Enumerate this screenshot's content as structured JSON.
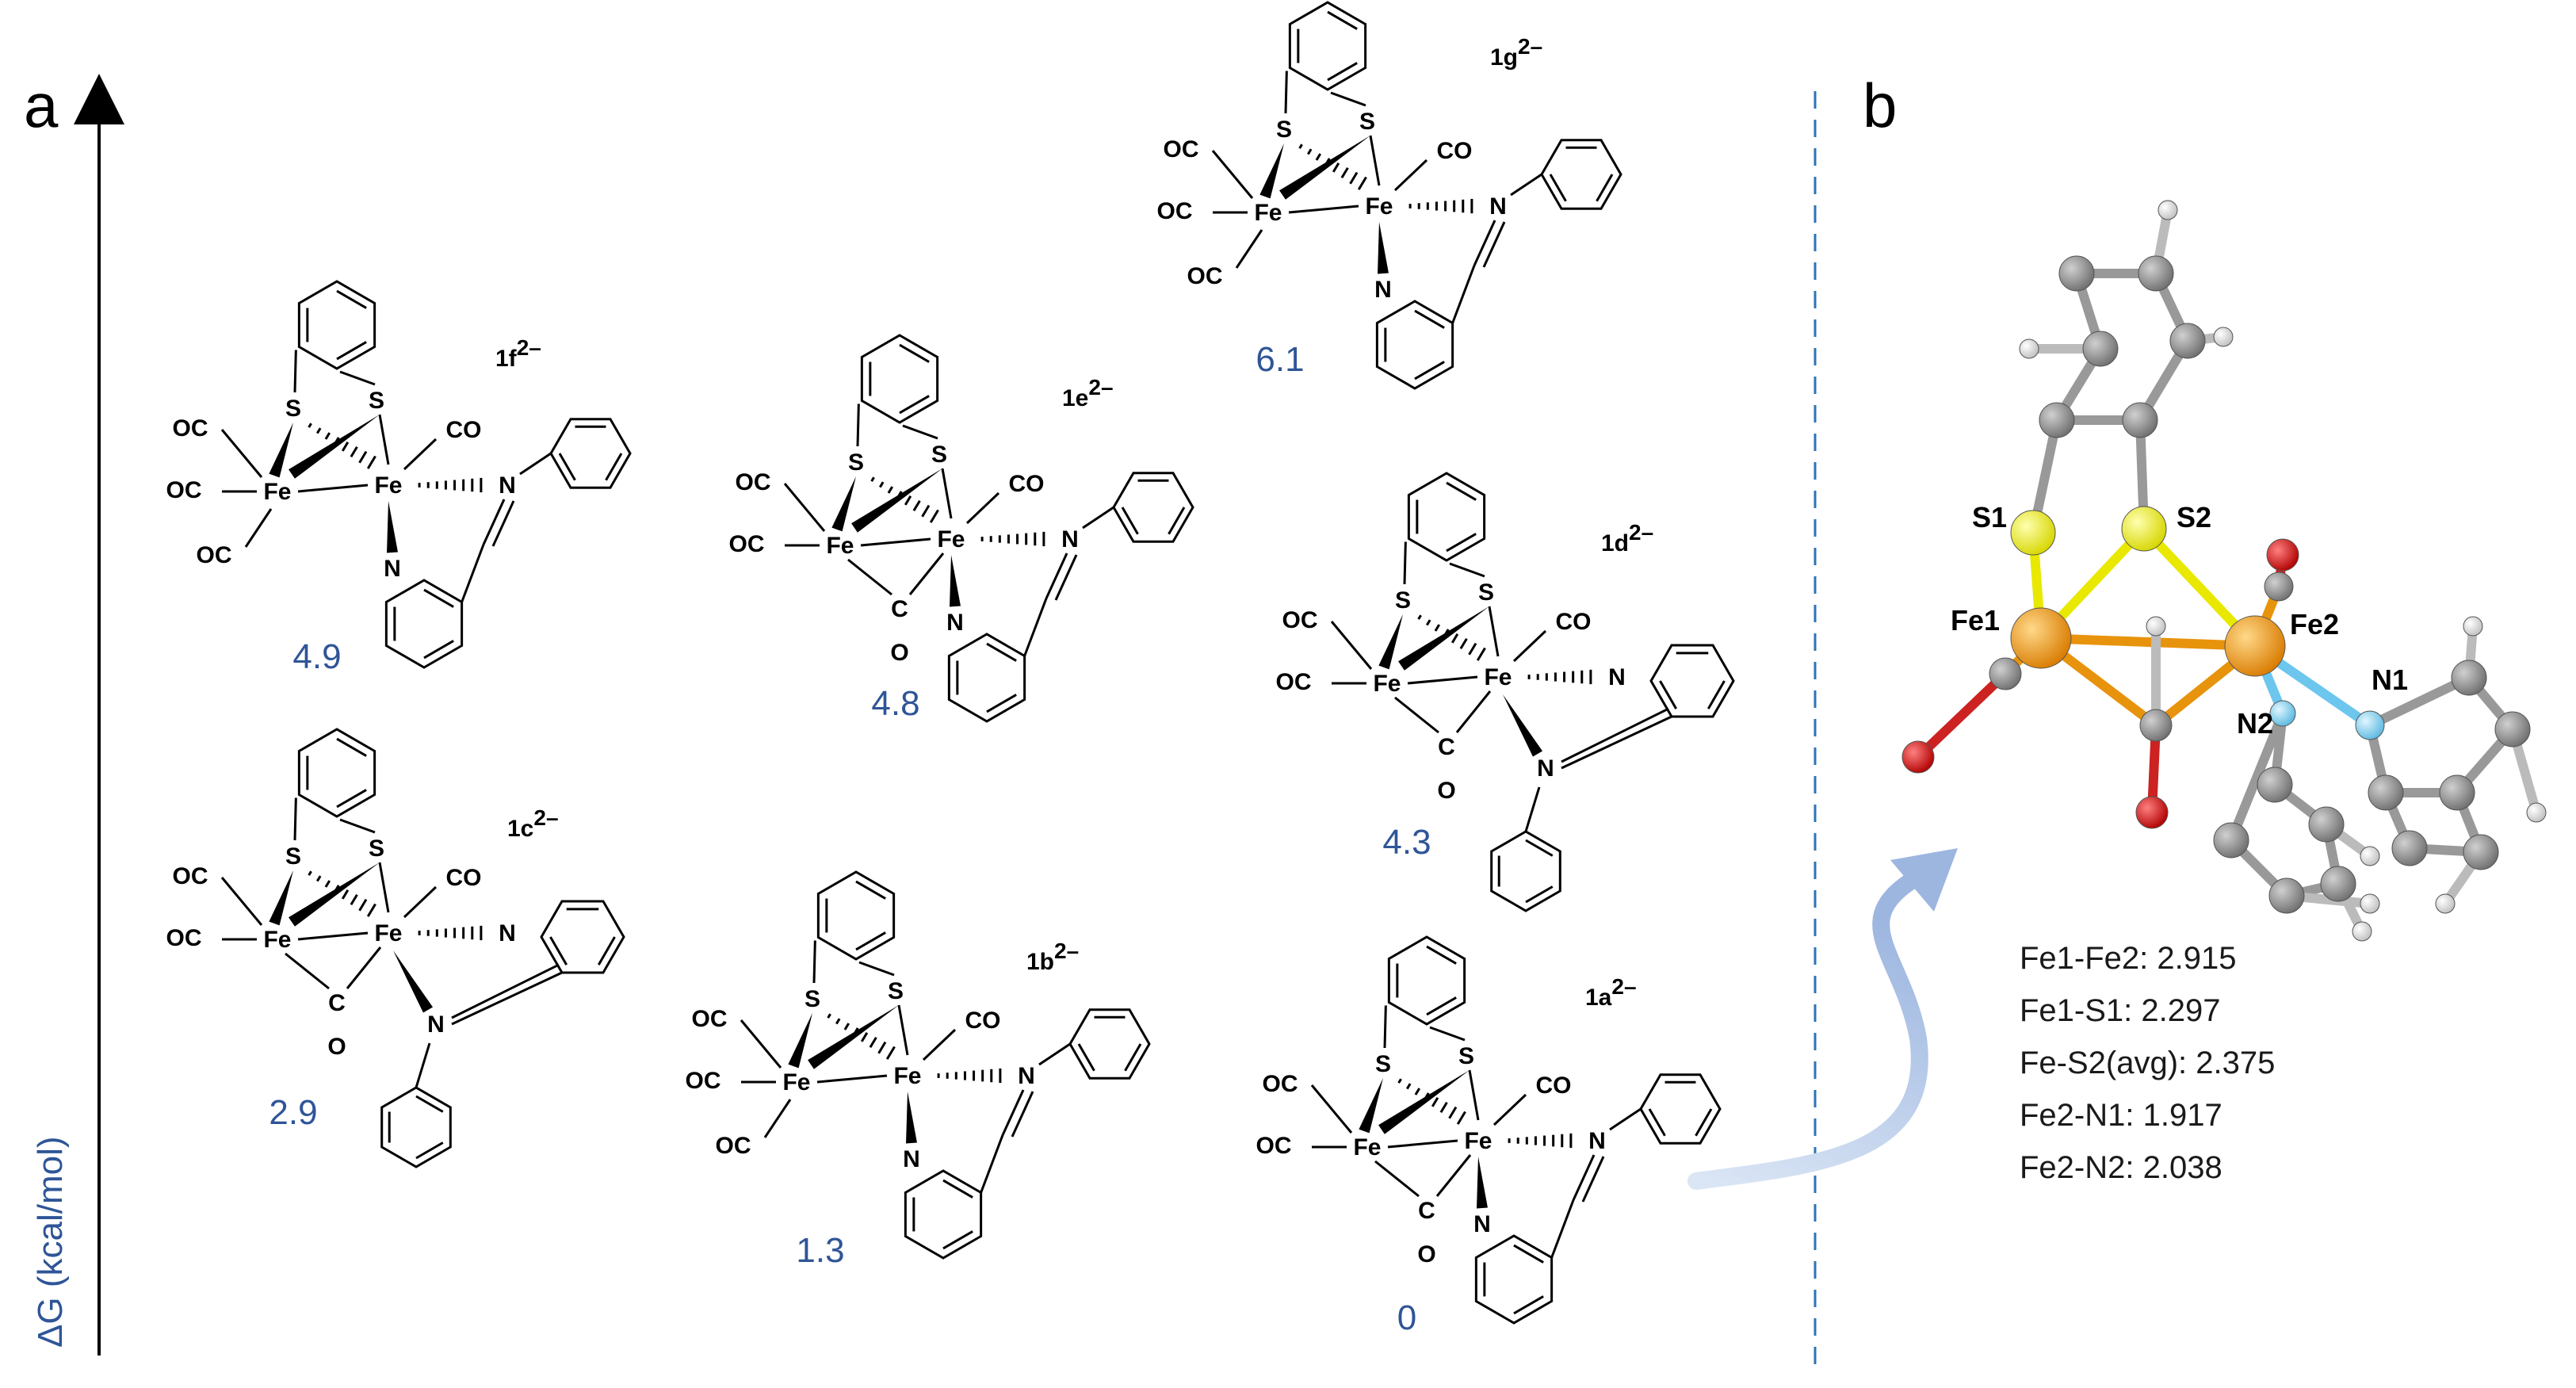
{
  "panel_a_label": "a",
  "panel_b_label": "b",
  "y_axis_label": "ΔG (kcal/mol)",
  "atoms": {
    "fe": "Fe",
    "s": "S",
    "oc": "OC",
    "co": "CO",
    "n": "N",
    "c": "C",
    "o": "O"
  },
  "structures": [
    {
      "id": "1g",
      "label": "1g",
      "charge": "2–",
      "energy": "6.1",
      "carbonyl_bridged": false,
      "pyridine_bottom": true
    },
    {
      "id": "1f",
      "label": "1f",
      "charge": "2–",
      "energy": "4.9",
      "carbonyl_bridged": false,
      "pyridine_bottom": true
    },
    {
      "id": "1e",
      "label": "1e",
      "charge": "2–",
      "energy": "4.8",
      "carbonyl_bridged": true,
      "pyridine_bottom": true
    },
    {
      "id": "1d",
      "label": "1d",
      "charge": "2–",
      "energy": "4.3",
      "carbonyl_bridged": true,
      "pyridine_bottom": false
    },
    {
      "id": "1c",
      "label": "1c",
      "charge": "2–",
      "energy": "2.9",
      "carbonyl_bridged": true,
      "pyridine_bottom": false
    },
    {
      "id": "1b",
      "label": "1b",
      "charge": "2–",
      "energy": "1.3",
      "carbonyl_bridged": false,
      "pyridine_bottom": true
    },
    {
      "id": "1a",
      "label": "1a",
      "charge": "2–",
      "energy": "0",
      "carbonyl_bridged": true,
      "pyridine_bottom": true
    }
  ],
  "model_labels": {
    "s1": "S1",
    "s2": "S2",
    "fe1": "Fe1",
    "fe2": "Fe2",
    "n1": "N1",
    "n2": "N2"
  },
  "bond_lengths": [
    "Fe1-Fe2: 2.915",
    "Fe1-S1: 2.297",
    "Fe-S2(avg): 2.375",
    "Fe2-N1: 1.917",
    "Fe2-N2: 2.038"
  ],
  "colors": {
    "energy_text": "#2f5597",
    "divider": "#2e75b6",
    "fe_atom": "#e8930c",
    "s_atom": "#f2f200",
    "c_atom": "#8c8c8c",
    "o_atom": "#e00000",
    "n_atom": "#8fd3f4",
    "h_atom": "#ffffff"
  }
}
